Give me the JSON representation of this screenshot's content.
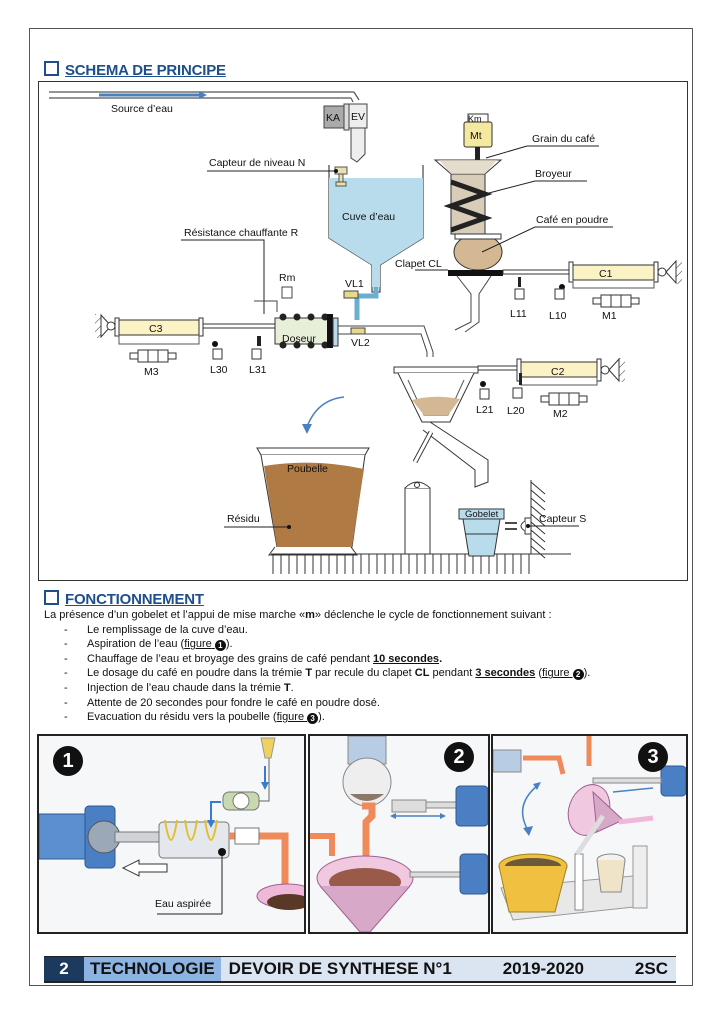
{
  "sections": {
    "schema_title": "SCHEMA DE PRINCIPE",
    "fonctionnement_title": "FONCTIONNEMENT"
  },
  "diagram": {
    "labels": {
      "source_eau": "Source d’eau",
      "ka": "KA",
      "ev": "EV",
      "capteur_niveau": "Capteur de niveau N",
      "cuve": "Cuve d’eau",
      "resistance": "Résistance chauffante R",
      "rm": "Rm",
      "vl1": "VL1",
      "vl2": "VL2",
      "doseur": "Doseur",
      "c3": "C3",
      "m3": "M3",
      "l30": "L30",
      "l31": "L31",
      "km": "Km",
      "mt": "Mt",
      "grain": "Grain du café",
      "broyeur": "Broyeur",
      "cafe_poudre": "Café en poudre",
      "clapet": "Clapet CL",
      "c1": "C1",
      "m1": "M1",
      "l11": "L11",
      "l10": "L10",
      "c2": "C2",
      "m2": "M2",
      "l21": "L21",
      "l20": "L20",
      "poubelle": "Poubelle",
      "residu": "Résidu",
      "gobelet": "Gobelet",
      "capteur_s": "Capteur S"
    }
  },
  "fonctionnement": {
    "intro_before": "La présence d’un gobelet et l’appui de mise marche «",
    "intro_bold": "m",
    "intro_after": "» déclenche le cycle de fonctionnement suivant :",
    "dash": "-",
    "steps": [
      {
        "text": "Le remplissage de la cuve d’eau."
      },
      {
        "before": "Aspiration de l’eau (",
        "fig_label": "figure",
        "fig_num": "1",
        "after": ")."
      },
      {
        "before": "Chauffage de l’eau et broyage des grains de café pendant ",
        "bold_u": "10 secondes",
        "after": "."
      },
      {
        "p1": "Le dosage du café en poudre dans la trémie ",
        "b1": "T",
        "p2": " par recule du clapet ",
        "b2": "CL",
        "p3": " pendant ",
        "b3": "3 secondes",
        "p4": " (",
        "fig_label": "figure",
        "fig_num": "2",
        "p5": ")."
      },
      {
        "before": "Injection de l’eau chaude dans la trémie ",
        "bold": "T",
        "after": "."
      },
      {
        "text": "Attente de 20 secondes pour fondre le café en poudre dosé."
      },
      {
        "before": "Evacuation du résidu vers la poubelle (",
        "fig_label": "figure",
        "fig_num": "3",
        "after": ")."
      }
    ]
  },
  "figures": [
    {
      "number": "1",
      "caption": "Eau aspirée"
    },
    {
      "number": "2"
    },
    {
      "number": "3"
    }
  ],
  "footer": {
    "page": "2",
    "subject": "TECHNOLOGIE",
    "exam": "DEVOIR DE SYNTHESE N°1",
    "year": "2019-2020",
    "class": "2SC"
  },
  "colors": {
    "title_blue": "#1f4e8c",
    "water": "#b8dcec",
    "cylinder": "#fbf3c6",
    "coffee": "#b07a45",
    "footer_dark": "#1c3a5e",
    "footer_mid": "#8db3e2",
    "footer_light": "#dbe5f1"
  }
}
